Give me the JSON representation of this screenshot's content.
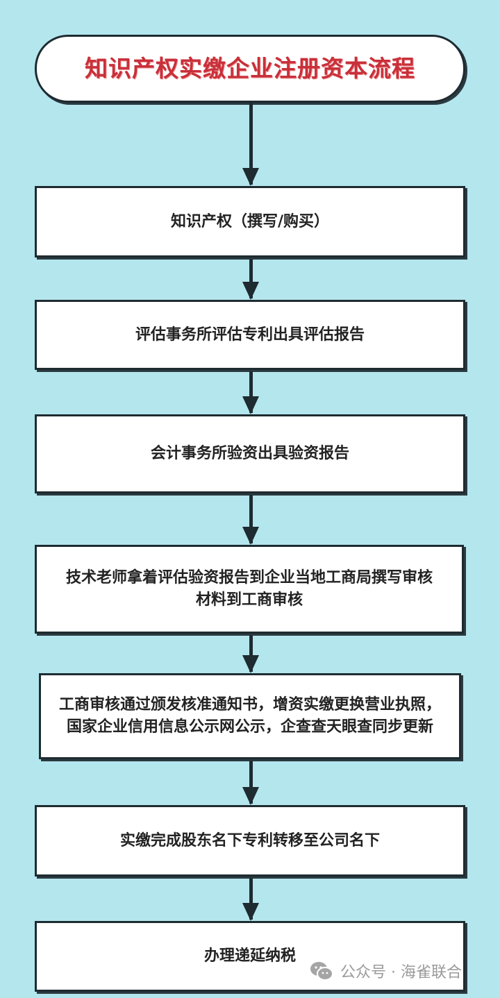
{
  "title": "知识产权实缴企业注册资本流程",
  "steps": [
    {
      "text": "知识产权（撰写/购买）"
    },
    {
      "text": "评估事务所评估专利出具评估报告"
    },
    {
      "text": "会计事务所验资出具验资报告"
    },
    {
      "text": "技术老师拿着评估验资报告到企业当地工商局撰写审核材料到工商审核"
    },
    {
      "text": "工商审核通过颁发核准通知书，增资实缴更换营业执照，国家企业信用信息公示网公示，企查查天眼查同步更新"
    },
    {
      "text": "实缴完成股东名下专利转移至公司名下"
    },
    {
      "text": "办理递延纳税"
    }
  ],
  "watermark": {
    "icon": "wechat-icon",
    "text": "公众号 · 海雀联合"
  },
  "colors": {
    "background": "#b4e6ee",
    "title": "#c8303a",
    "border": "#1e2b30"
  }
}
